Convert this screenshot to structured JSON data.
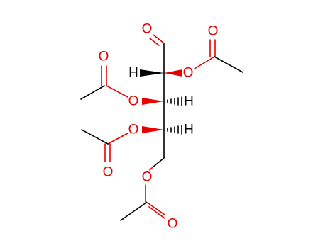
{
  "molecule": {
    "atoms": [
      {
        "symbol": "O",
        "role": "aldehyde-oxygen",
        "color": "#e60000"
      },
      {
        "symbol": "H",
        "role": "c2-hydrogen",
        "color": "#000000"
      },
      {
        "symbol": "O",
        "role": "c2-ester-oxygen",
        "color": "#e60000"
      },
      {
        "symbol": "O",
        "role": "c2-carbonyl-oxygen",
        "color": "#e60000"
      },
      {
        "symbol": "O",
        "role": "c3-carbonyl-oxygen",
        "color": "#e60000"
      },
      {
        "symbol": "O",
        "role": "c3-ester-oxygen",
        "color": "#e60000"
      },
      {
        "symbol": "H",
        "role": "c3-hydrogen",
        "color": "#000000"
      },
      {
        "symbol": "O",
        "role": "c4-ester-oxygen",
        "color": "#e60000"
      },
      {
        "symbol": "H",
        "role": "c4-hydrogen",
        "color": "#000000"
      },
      {
        "symbol": "O",
        "role": "c4-carbonyl-oxygen",
        "color": "#e60000"
      },
      {
        "symbol": "O",
        "role": "c5-ester-oxygen",
        "color": "#e60000"
      },
      {
        "symbol": "O",
        "role": "c5-carbonyl-oxygen",
        "color": "#e60000"
      }
    ],
    "colors": {
      "bond": "#000000",
      "heteroatom": "#e60000"
    }
  }
}
